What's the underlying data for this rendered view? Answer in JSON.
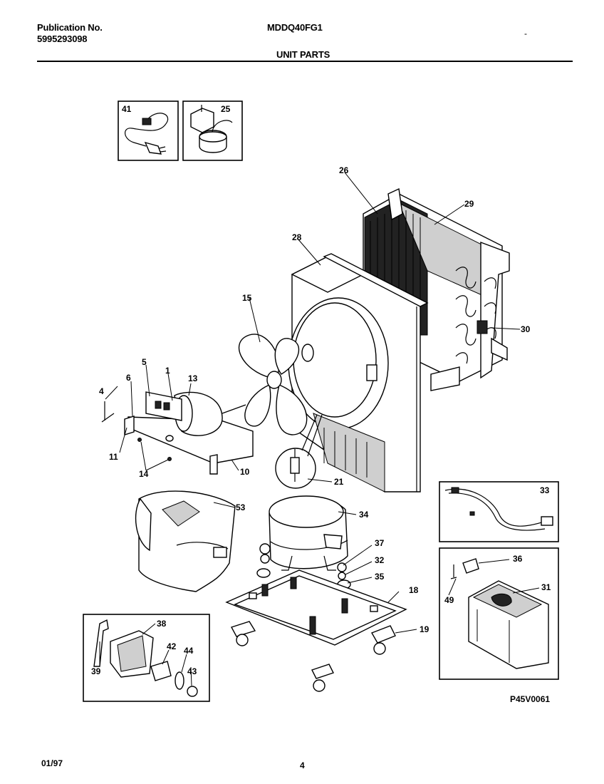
{
  "header": {
    "publication_label": "Publication No.",
    "publication_number": "5995293098",
    "model": "MDDQ40FG1",
    "section_title": "UNIT PARTS",
    "dash_mark": "-"
  },
  "footer": {
    "date": "01/97",
    "page_number": "4"
  },
  "diagram": {
    "drawing_code": "P45V0061",
    "callouts": [
      "41",
      "25",
      "26",
      "29",
      "28",
      "15",
      "30",
      "5",
      "1",
      "6",
      "13",
      "4",
      "11",
      "14",
      "10",
      "21",
      "33",
      "53",
      "34",
      "37",
      "36",
      "32",
      "35",
      "18",
      "31",
      "49",
      "38",
      "42",
      "44",
      "39",
      "43",
      "19"
    ]
  }
}
